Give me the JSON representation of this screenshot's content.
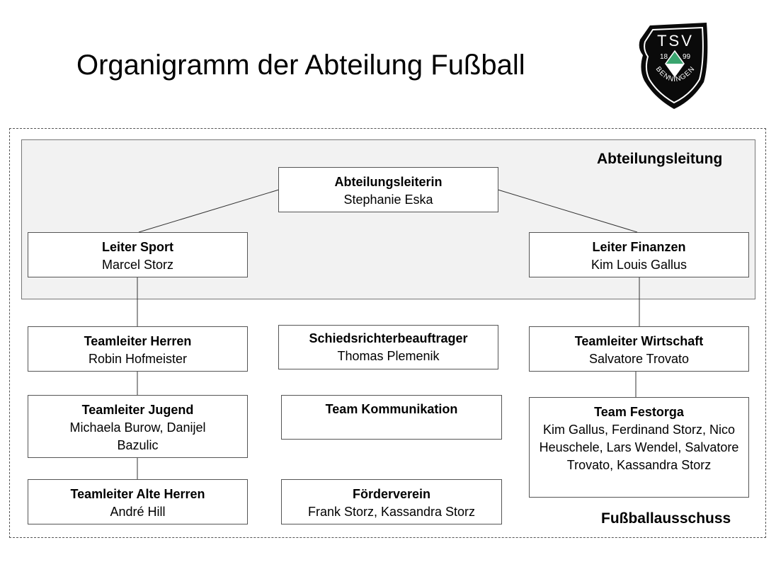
{
  "title": "Organigramm der Abteilung Fußball",
  "logo": {
    "line1": "TSV",
    "year_left": "18",
    "year_right": "99",
    "arc": "BENNINGEN"
  },
  "regions": {
    "leitung": "Abteilungsleitung",
    "ausschuss": "Fußballausschuss"
  },
  "boxes": {
    "abteilungsleiterin": {
      "role": "Abteilungsleiterin",
      "names": "Stephanie Eska"
    },
    "leiter_sport": {
      "role": "Leiter Sport",
      "names": "Marcel Storz"
    },
    "leiter_finanzen": {
      "role": "Leiter Finanzen",
      "names": "Kim Louis Gallus"
    },
    "teamleiter_herren": {
      "role": "Teamleiter Herren",
      "names": "Robin Hofmeister"
    },
    "schiedsrichter": {
      "role": "Schiedsrichterbeauftrager",
      "names": "Thomas Plemenik"
    },
    "teamleiter_wirtschaft": {
      "role": "Teamleiter Wirtschaft",
      "names": "Salvatore Trovato"
    },
    "teamleiter_jugend": {
      "role": "Teamleiter Jugend",
      "names": "Michaela Burow, Danijel Bazulic"
    },
    "team_kommunikation": {
      "role": "Team Kommunikation",
      "names": ""
    },
    "team_festorga": {
      "role": "Team Festorga",
      "names": "Kim Gallus, Ferdinand Storz, Nico Heuschele, Lars Wendel, Salvatore Trovato, Kassandra Storz"
    },
    "teamleiter_alte_herren": {
      "role": "Teamleiter Alte Herren",
      "names": "André Hill"
    },
    "foerderverein": {
      "role": "Förderverein",
      "names": "Frank Storz, Kassandra Storz"
    }
  }
}
